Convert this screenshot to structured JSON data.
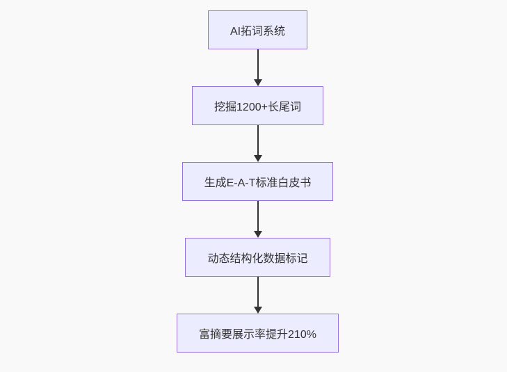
{
  "diagram": {
    "type": "flowchart",
    "direction": "top-down",
    "colors": {
      "node_fill": "#ECECFF",
      "node_border": "#9370DB",
      "node_text": "#333333",
      "arrow": "#333333",
      "background": "#f9f9f9"
    },
    "nodes": [
      {
        "id": "A",
        "label": "AI拓词系统"
      },
      {
        "id": "B",
        "label": "挖掘1200+长尾词"
      },
      {
        "id": "C",
        "label": "生成E-A-T标准白皮书"
      },
      {
        "id": "D",
        "label": "动态结构化数据标记"
      },
      {
        "id": "E",
        "label": "富摘要展示率提升210%"
      }
    ],
    "edges": [
      {
        "from": "A",
        "to": "B"
      },
      {
        "from": "B",
        "to": "C"
      },
      {
        "from": "C",
        "to": "D"
      },
      {
        "from": "D",
        "to": "E"
      }
    ]
  }
}
